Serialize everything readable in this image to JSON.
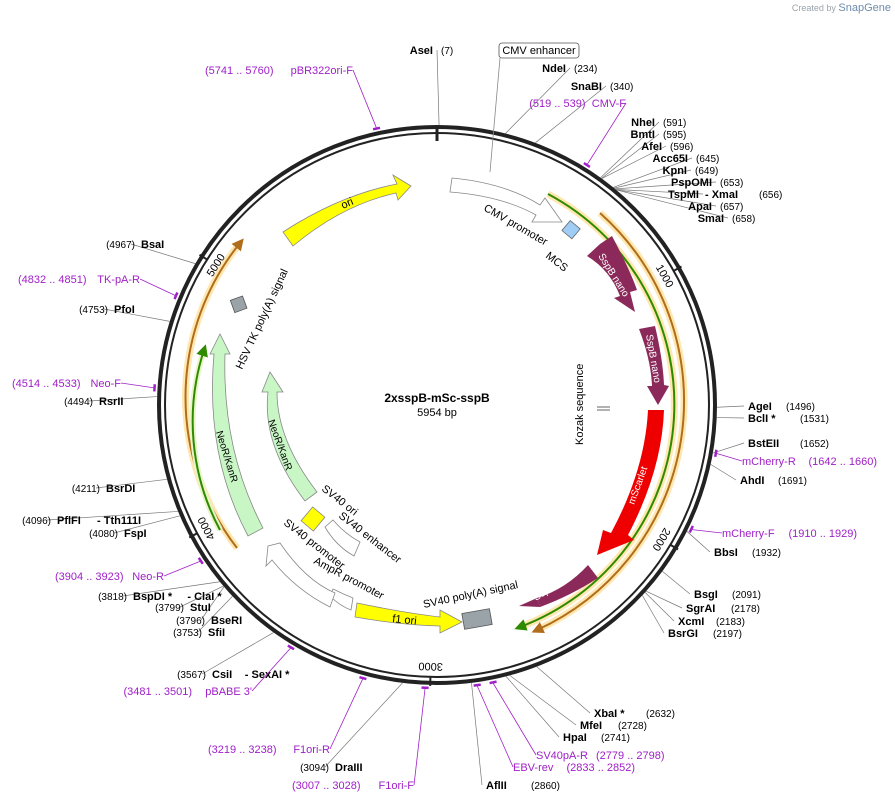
{
  "watermark": {
    "prefix": "Created by",
    "brand": "SnapGene"
  },
  "plasmid": {
    "name": "2xsspB-mSc-sspB",
    "length": "5954 bp",
    "total_bp": 5954
  },
  "ticks": [
    "1000",
    "2000",
    "3000",
    "4000",
    "5000"
  ],
  "sites": [
    {
      "name": "AseI",
      "pos": "(7)"
    },
    {
      "name": "NdeI",
      "pos": "(234)"
    },
    {
      "name": "SnaBI",
      "pos": "(340)"
    },
    {
      "name": "NheI",
      "pos": "(591)"
    },
    {
      "name": "BmtI",
      "pos": "(595)"
    },
    {
      "name": "AfeI",
      "pos": "(596)"
    },
    {
      "name": "Acc65I",
      "pos": "(645)"
    },
    {
      "name": "KpnI",
      "pos": "(649)"
    },
    {
      "name": "PspOMI",
      "pos": "(653)"
    },
    {
      "name": "TspMI",
      "pos": "(656)",
      "extra": "XmaI"
    },
    {
      "name": "ApaI",
      "pos": "(657)"
    },
    {
      "name": "SmaI",
      "pos": "(658)"
    },
    {
      "name": "AgeI",
      "pos": "(1496)"
    },
    {
      "name": "BclI *",
      "pos": "(1531)"
    },
    {
      "name": "BstEII",
      "pos": "(1652)"
    },
    {
      "name": "AhdI",
      "pos": "(1691)"
    },
    {
      "name": "BbsI",
      "pos": "(1932)"
    },
    {
      "name": "BsgI",
      "pos": "(2091)"
    },
    {
      "name": "SgrAI",
      "pos": "(2178)"
    },
    {
      "name": "XcmI",
      "pos": "(2183)"
    },
    {
      "name": "BsrGI",
      "pos": "(2197)"
    },
    {
      "name": "XbaI *",
      "pos": "(2632)"
    },
    {
      "name": "MfeI",
      "pos": "(2728)"
    },
    {
      "name": "HpaI",
      "pos": "(2741)"
    },
    {
      "name": "AflII",
      "pos": "(2860)"
    },
    {
      "name": "DraIII",
      "pos": "(3094)"
    },
    {
      "name": "CsiI",
      "pos": "(3567)",
      "extra": "SexAI *"
    },
    {
      "name": "SfiI",
      "pos": "(3753)"
    },
    {
      "name": "BseRI",
      "pos": "(3796)"
    },
    {
      "name": "StuI",
      "pos": "(3799)"
    },
    {
      "name": "BspDI *",
      "pos": "(3818)",
      "extra": "ClaI *"
    },
    {
      "name": "FspI",
      "pos": "(4080)"
    },
    {
      "name": "PflFI",
      "pos": "(4096)",
      "extra": "Tth111I"
    },
    {
      "name": "BsrDI",
      "pos": "(4211)"
    },
    {
      "name": "RsrII",
      "pos": "(4494)"
    },
    {
      "name": "PfoI",
      "pos": "(4753)"
    },
    {
      "name": "BsaI",
      "pos": "(4967)"
    }
  ],
  "primers": [
    {
      "name": "pBR322ori-F",
      "range": "(5741 .. 5760)"
    },
    {
      "name": "CMV-F",
      "range": "(519 .. 539)"
    },
    {
      "name": "mCherry-R",
      "range": "(1642 .. 1660)"
    },
    {
      "name": "mCherry-F",
      "range": "(1910 .. 1929)"
    },
    {
      "name": "SV40pA-R",
      "range": "(2779 .. 2798)"
    },
    {
      "name": "EBV-rev",
      "range": "(2833 .. 2852)"
    },
    {
      "name": "F1ori-R",
      "range": "(3219 .. 3238)"
    },
    {
      "name": "F1ori-F",
      "range": "(3007 .. 3028)"
    },
    {
      "name": "pBABE 3'",
      "range": "(3481 .. 3501)"
    },
    {
      "name": "Neo-R",
      "range": "(3904 .. 3923)"
    },
    {
      "name": "Neo-F",
      "range": "(4514 .. 4533)"
    },
    {
      "name": "TK-pA-R",
      "range": "(4832 .. 4851)"
    }
  ],
  "features": {
    "ori": "ori",
    "cmv_enhancer": "CMV enhancer",
    "cmv_promoter": "CMV promoter",
    "mcs": "MCS",
    "sspb1": "SspB nano",
    "sspb2": "SspB nano",
    "kozak": "Kozak sequence",
    "mscarlet": "mScarlet",
    "sspb3": "SspB nano",
    "sv40_polya": "SV40 poly(A) signal",
    "f1_ori": "f1 ori",
    "ampr_promoter": "AmpR promoter",
    "sv40_promoter": "SV40 promoter",
    "sv40_ori": "SV40 ori",
    "sv40_enhancer": "SV40 enhancer",
    "neor_inner": "NeoR/KanR",
    "neor_outer": "NeoR/KanR",
    "hsv_tk": "HSV TK poly(A) signal"
  },
  "colors": {
    "backbone": "#222222",
    "primer": "#a020c8",
    "sspb": "#8b2a5a",
    "mscarlet": "#ee0000",
    "ori": "#ffff00",
    "neor": "#c8f7c5",
    "mcs": "#9fcdf5",
    "polya": "#9aa3a8",
    "orf_green": "#2e8b00",
    "orf_orange": "#b06d1c"
  }
}
